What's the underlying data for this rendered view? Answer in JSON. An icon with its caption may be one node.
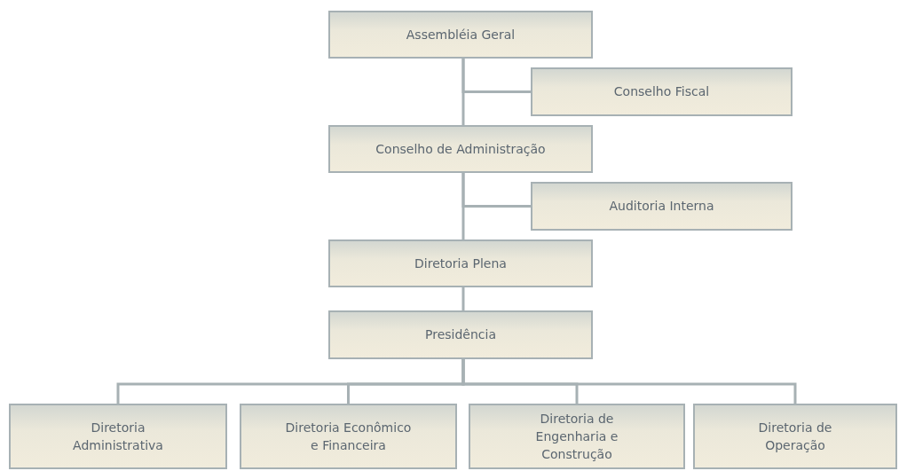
{
  "diagram": {
    "nodes": [
      {
        "text": [
          "Assembléia Geral"
        ]
      },
      {
        "text": [
          "Conselho Fiscal"
        ]
      },
      {
        "text": [
          "Conselho de Administração"
        ]
      },
      {
        "text": [
          "Auditoria Interna"
        ]
      },
      {
        "text": [
          "Diretoria Plena"
        ]
      },
      {
        "text": [
          "Presidência"
        ]
      },
      {
        "text": [
          "Diretoria Administrativa"
        ]
      },
      {
        "text": [
          "Diretoria Econômico e Financeira"
        ]
      },
      {
        "text": [
          "Diretoria de Engenharia e Construção"
        ]
      },
      {
        "text": [
          "Diretoria de Operação"
        ]
      }
    ],
    "edges": [
      {
        "from": 0,
        "to": 1,
        "arrow": "none"
      },
      {
        "from": 0,
        "to": 2,
        "arrow": "none"
      },
      {
        "from": 2,
        "to": 3,
        "arrow": "none"
      },
      {
        "from": 2,
        "to": 4,
        "arrow": "none"
      },
      {
        "from": 4,
        "to": 5,
        "arrow": "none"
      },
      {
        "from": 5,
        "to": 6,
        "arrow": "none"
      },
      {
        "from": 5,
        "to": 7,
        "arrow": "none"
      },
      {
        "from": 5,
        "to": 8,
        "arrow": "none"
      },
      {
        "from": 5,
        "to": 9,
        "arrow": "none"
      }
    ]
  }
}
